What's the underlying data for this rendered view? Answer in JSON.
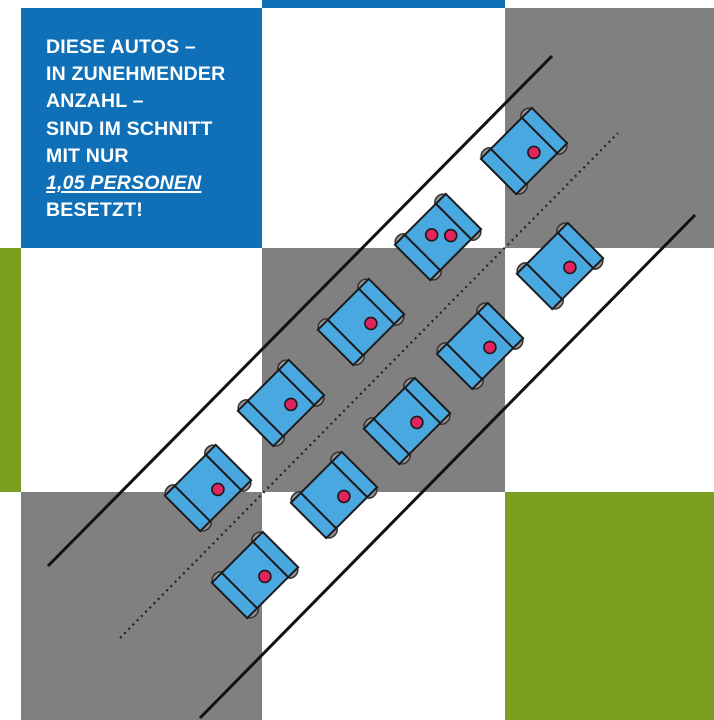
{
  "headline": {
    "line1": "DIESE AUTOS –",
    "line2": "IN ZUNEHMENDER",
    "line3": "ANZAHL –",
    "line4": "SIND IM SCHNITT",
    "line5": "MIT NUR",
    "highlight": "1,05 PERSONEN",
    "line7": "BESETZT!"
  },
  "colors": {
    "blue": "#0f6fb7",
    "gray": "#808080",
    "green": "#7a9e1f",
    "car_body": "#4aa8e0",
    "occupant": "#e0245e",
    "wheel": "#999999"
  },
  "illustration": {
    "road": "two-lane diagonal road with dotted center line",
    "car_icon": "car-top-view-icon",
    "occupant_icon": "person-dot-icon",
    "cars": [
      {
        "lane": "left",
        "occupants": 1
      },
      {
        "lane": "left",
        "occupants": 1
      },
      {
        "lane": "left",
        "occupants": 1
      },
      {
        "lane": "left",
        "occupants": 2
      },
      {
        "lane": "left",
        "occupants": 1
      },
      {
        "lane": "right",
        "occupants": 1
      },
      {
        "lane": "right",
        "occupants": 1
      },
      {
        "lane": "right",
        "occupants": 1
      },
      {
        "lane": "right",
        "occupants": 1
      },
      {
        "lane": "right",
        "occupants": 1
      }
    ]
  }
}
